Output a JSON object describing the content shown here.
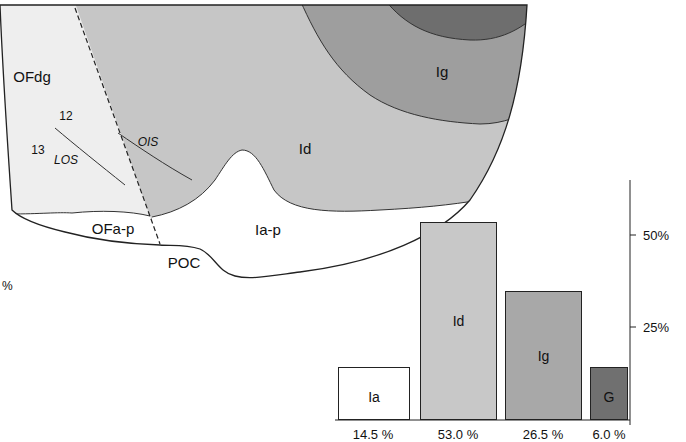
{
  "diagram": {
    "nodes": [
      {
        "text": [
          "OFdg"
        ]
      },
      {
        "text": [
          "Ig"
        ]
      },
      {
        "text": [
          "Id"
        ]
      },
      {
        "text": [
          "Ia-p"
        ]
      },
      {
        "text": [
          "OFa-p"
        ]
      },
      {
        "text": [
          "Ia"
        ]
      },
      {
        "text": [
          "Id"
        ]
      },
      {
        "text": [
          "Ig"
        ]
      },
      {
        "text": [
          "G"
        ]
      }
    ],
    "labels": [
      "OIS",
      "12",
      "13",
      "LOS",
      "POC",
      "%",
      "50%",
      "25%",
      "14.5 %",
      "53.0 %",
      "26.5 %",
      "6.0 %"
    ]
  }
}
